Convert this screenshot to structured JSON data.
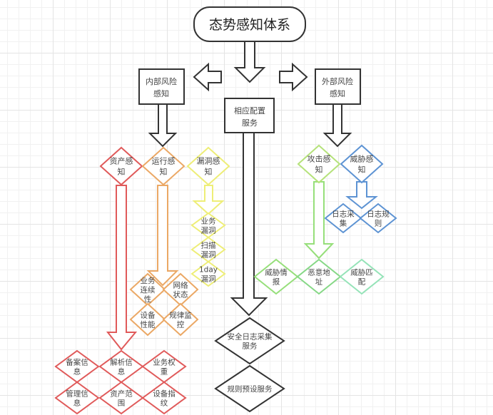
{
  "title": "态势感知体系",
  "internal": [
    "内部风险",
    "感知"
  ],
  "external": [
    "外部风险",
    "感知"
  ],
  "config": [
    "相应配置",
    "服务"
  ],
  "asset": [
    "资产感",
    "知"
  ],
  "runtime": [
    "运行感",
    "知"
  ],
  "vuln": [
    "漏洞感",
    "知"
  ],
  "attack": [
    "攻击感",
    "知"
  ],
  "threat": [
    "威胁感",
    "知"
  ],
  "vuln_items": [
    [
      "业务",
      "漏洞"
    ],
    [
      "扫描",
      "漏洞"
    ],
    [
      "1day",
      "漏洞"
    ]
  ],
  "runtime_items": [
    [
      "业务",
      "连续",
      "性"
    ],
    [
      "网络",
      "状态"
    ],
    [
      "设备",
      "性能"
    ],
    [
      "规律监",
      "控"
    ]
  ],
  "threat_items": [
    [
      "日志采",
      "集"
    ],
    [
      "日志规",
      "则"
    ]
  ],
  "attack_items": [
    [
      "威胁情",
      "报"
    ],
    [
      "恶意地",
      "址"
    ],
    [
      "威胁匹",
      "配"
    ]
  ],
  "services": [
    [
      "安全日志采集",
      "服务"
    ],
    [
      "规则预设服务"
    ]
  ],
  "asset_items": [
    [
      "备案信",
      "息"
    ],
    [
      "解析信",
      "息"
    ],
    [
      "业务权",
      "重"
    ],
    [
      "管理信",
      "息"
    ],
    [
      "资产范",
      "围"
    ],
    [
      "设备指",
      "纹"
    ]
  ],
  "colors": {
    "asset": "#e05a5a",
    "runtime": "#eba865",
    "vuln": "#eeee77",
    "attack": "#b5e27a",
    "threat": "#5d93d3",
    "intel": "#96df7a",
    "malicious": "#86d886",
    "match": "#95e3b8",
    "core": "#333333"
  }
}
